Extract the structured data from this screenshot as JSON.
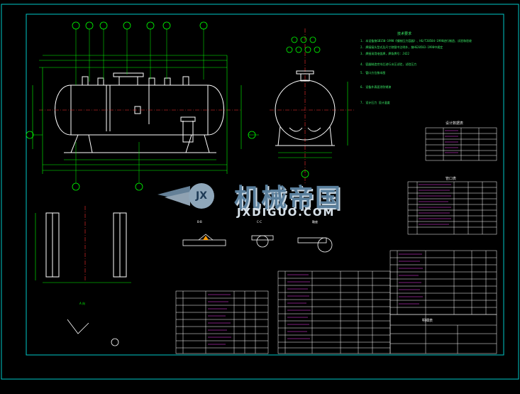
{
  "watermark": {
    "title": "机械帝国",
    "subtitle": "JXDIGUO.COM",
    "badge": "JX"
  },
  "notes": {
    "heading": "技术要求",
    "lines": [
      "1. 本设备按GB150-1998《钢制压力容器》、HG/T20584-1998进行制造、试验和验收",
      "2. 焊接接头型式及尺寸除图中注明外，按HG20583-1998中规定",
      "3. 焊接采用电弧焊，焊条牌号：J422",
      "4. 容器制造完毕后进行水压试验，试验压力",
      "5. 管口方位按本图",
      "6. 设备外表面涂防锈漆",
      "7. 设计压力 设计温度"
    ]
  },
  "tables": {
    "design_data_title": "设计数据表",
    "nozzle_title": "管口表",
    "bom_title": "明细表"
  },
  "sections": {
    "a": "A 向",
    "b": "B-B",
    "c": "C-C",
    "support": "鞍座"
  },
  "colors": {
    "frame": "#00c8c8",
    "geometry": "#ffffff",
    "dimension": "#00ff00",
    "centerline": "#ff3030",
    "balloon": "#00ff00",
    "table_lines": "#ffffff",
    "table_text": "#ff40ff"
  }
}
